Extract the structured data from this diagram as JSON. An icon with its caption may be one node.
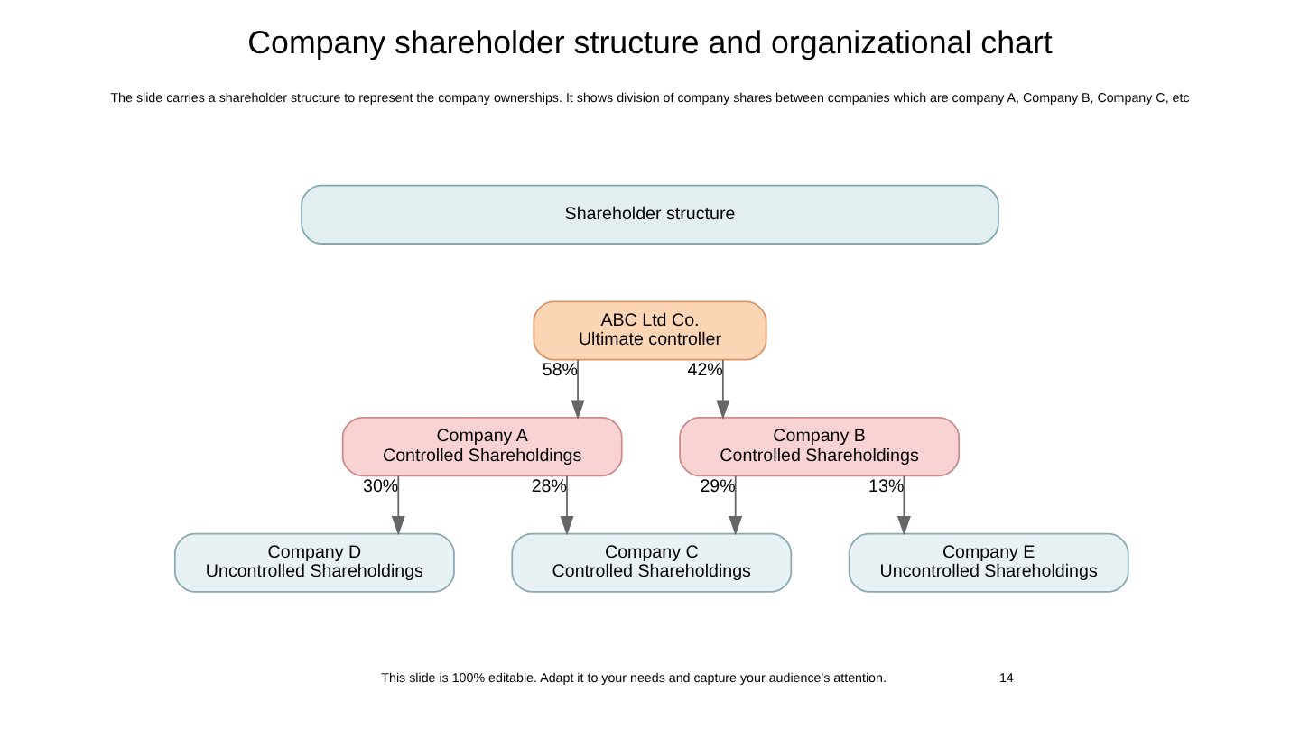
{
  "diagram": {
    "title": "Company shareholder structure and organizational chart",
    "nodes": [
      {
        "text": [
          "Shareholder structure"
        ]
      },
      {
        "text": [
          "ABC Ltd Co. Ultimate controller"
        ]
      },
      {
        "text": [
          "Company A Controlled Shareholdings"
        ]
      },
      {
        "text": [
          "Company B Controlled Shareholdings"
        ]
      },
      {
        "text": [
          "Company D Uncontrolled Shareholdings"
        ]
      },
      {
        "text": [
          "Company C Controlled Shareholdings"
        ]
      },
      {
        "text": [
          "Company E Uncontrolled Shareholdings"
        ]
      }
    ],
    "edges": [
      {
        "from": 1,
        "to": 2,
        "arrow": "to",
        "label": "58%"
      },
      {
        "from": 1,
        "to": 3,
        "arrow": "to",
        "label": "42%"
      },
      {
        "from": 2,
        "to": 4,
        "arrow": "to",
        "label": "30%"
      },
      {
        "from": 2,
        "to": 5,
        "arrow": "to",
        "label": "28%"
      },
      {
        "from": 3,
        "to": 5,
        "arrow": "to",
        "label": "29%"
      },
      {
        "from": 3,
        "to": 6,
        "arrow": "to",
        "label": "13%"
      }
    ],
    "labels": [
      "The slide carries a shareholder structure to represent the company ownerships. It shows division of company shares between companies which are company A, Company B, Company C, etc",
      "This slide is 100% editable. Adapt it to your needs and capture your audience's attention.",
      "14"
    ]
  }
}
